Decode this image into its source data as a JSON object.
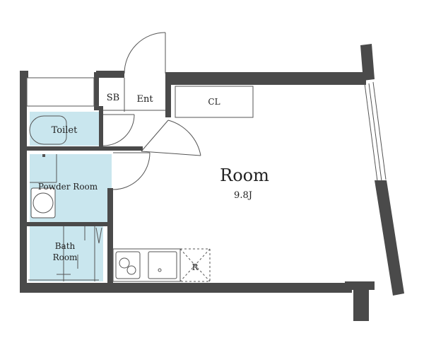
{
  "plan": {
    "rooms": {
      "sb": "SB",
      "ent": "Ent",
      "cl": "CL",
      "toilet": "Toilet",
      "powder_room": "Powder Room",
      "bath_line1": "Bath",
      "bath_line2": "Room",
      "room": "Room",
      "room_size": "9.8J",
      "fridge": "R"
    },
    "colors": {
      "wall": "#4a4a4a",
      "wet_area": "#c9e6ee",
      "line": "#555555",
      "background": "#ffffff"
    }
  }
}
